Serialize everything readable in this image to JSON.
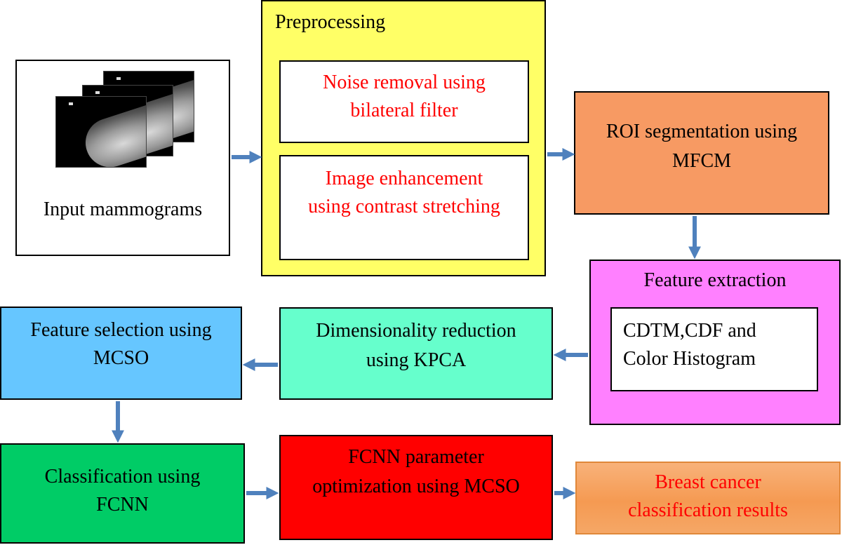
{
  "input": {
    "label": "Input mammograms",
    "image_icon": "mammogram-stack-icon"
  },
  "preprocessing": {
    "title": "Preprocessing",
    "step1": [
      "Noise removal using",
      "bilateral filter"
    ],
    "step2": [
      "Image enhancement",
      "using contrast stretching"
    ]
  },
  "roi": {
    "lines": [
      "ROI segmentation using",
      "MFCM"
    ]
  },
  "feature_extraction": {
    "title": "Feature extraction",
    "content": [
      "CDTM,CDF and",
      "Color Histogram"
    ]
  },
  "dimensionality": {
    "lines": [
      "Dimensionality reduction",
      "using KPCA"
    ]
  },
  "feature_selection": {
    "lines": [
      "Feature selection using",
      "MCSO"
    ]
  },
  "classification": {
    "lines": [
      "Classification using",
      "FCNN"
    ]
  },
  "fcnn_opt": {
    "lines": [
      "FCNN parameter",
      "optimization using MCSO"
    ]
  },
  "results": {
    "lines": [
      "Breast cancer",
      "classification results"
    ]
  },
  "colors": {
    "preprocessing": "#ffff66",
    "roi": "#f79a63",
    "feature_extraction": "#ff80ff",
    "dimensionality": "#66ffcc",
    "feature_selection": "#66c6ff",
    "classification": "#00cc66",
    "fcnn_opt": "#ff0000",
    "results": "#f5a15a",
    "arrow": "#4f81bd",
    "red_text": "#ff0000"
  }
}
